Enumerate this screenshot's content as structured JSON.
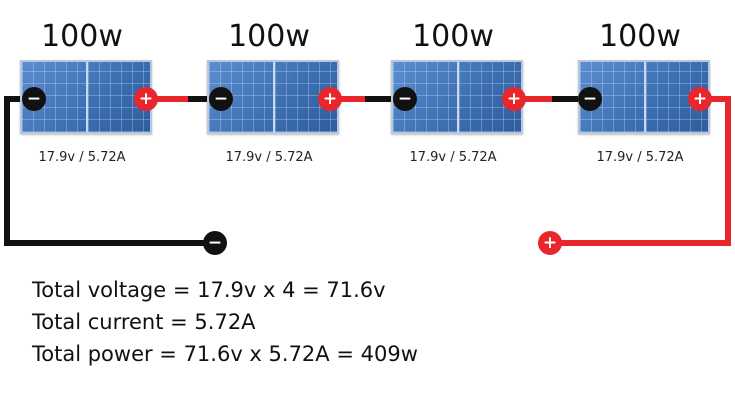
{
  "panels": [
    {
      "wattage": "100w",
      "spec": "17.9v / 5.72A"
    },
    {
      "wattage": "100w",
      "spec": "17.9v / 5.72A"
    },
    {
      "wattage": "100w",
      "spec": "17.9v / 5.72A"
    },
    {
      "wattage": "100w",
      "spec": "17.9v / 5.72A"
    }
  ],
  "terminals": {
    "negative": "−",
    "positive": "+"
  },
  "summary": {
    "voltage": "Total voltage = 17.9v x 4 = 71.6v",
    "current": "Total current = 5.72A",
    "power": "Total power = 71.6v x 5.72A = 409w"
  },
  "colors": {
    "negative_wire": "#111111",
    "positive_wire": "#e8262c",
    "panel_blue": "#4a7bc0"
  }
}
